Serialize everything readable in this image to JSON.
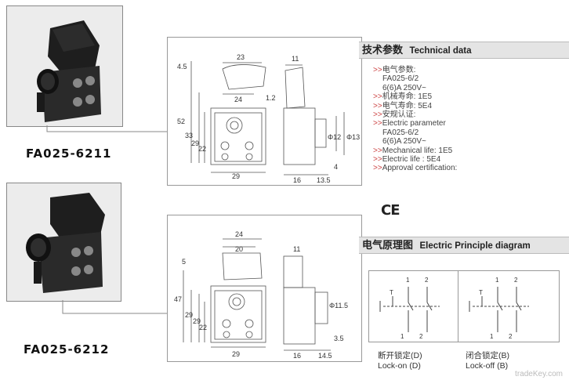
{
  "products": [
    {
      "model": "FA025-6211"
    },
    {
      "model": "FA025-6212"
    }
  ],
  "technical_section": {
    "title_zh": "技术参数",
    "title_en": "Technical data",
    "marker": ">>",
    "lines": [
      {
        "arrow": true,
        "text": "电气参数:"
      },
      {
        "arrow": false,
        "text": "FA025-6/2"
      },
      {
        "arrow": false,
        "text": "6(6)A  250V~"
      },
      {
        "arrow": true,
        "text": "机械寿命: 1E5"
      },
      {
        "arrow": true,
        "text": "电气寿命: 5E4"
      },
      {
        "arrow": true,
        "text": "安规认证:"
      },
      {
        "arrow": true,
        "text": "Electric parameter"
      },
      {
        "arrow": false,
        "text": "FA025-6/2"
      },
      {
        "arrow": false,
        "text": "6(6)A  250V~"
      },
      {
        "arrow": true,
        "text": "Mechanical life: 1E5"
      },
      {
        "arrow": true,
        "text": "Electric life : 5E4"
      },
      {
        "arrow": true,
        "text": "Approval certification:"
      }
    ]
  },
  "ce_mark": "CE",
  "principle_section": {
    "title_zh": "电气原理图",
    "title_en": "Electric Principle diagram",
    "diagrams": [
      {
        "label_zh": "断开锁定(D)",
        "label_en": "Lock-on (D)",
        "t_label": "T",
        "pins_top": [
          "1",
          "2"
        ],
        "pins_bottom": [
          "1",
          "2"
        ]
      },
      {
        "label_zh": "闭合锁定(B)",
        "label_en": "Lock-off (B)",
        "t_label": "T",
        "pins_top": [
          "1",
          "2"
        ],
        "pins_bottom": [
          "1",
          "2"
        ]
      }
    ]
  },
  "drawing1": {
    "dims": {
      "a": "4.5",
      "b": "23",
      "c": "11",
      "d": "24",
      "e": "1.2",
      "f": "52",
      "g": "33",
      "h": "29",
      "i": "22",
      "j": "29",
      "k": "Φ12",
      "l": "Φ13",
      "m": "4",
      "n": "16",
      "o": "13.5"
    }
  },
  "drawing2": {
    "dims": {
      "a": "24",
      "b": "20",
      "c": "11",
      "d": "5",
      "e": "47",
      "f": "29",
      "g": "29",
      "h": "22",
      "i": "29",
      "j": "Φ11.5",
      "k": "3.5",
      "l": "16",
      "m": "14.5"
    }
  },
  "watermark": "tradeKey.com"
}
